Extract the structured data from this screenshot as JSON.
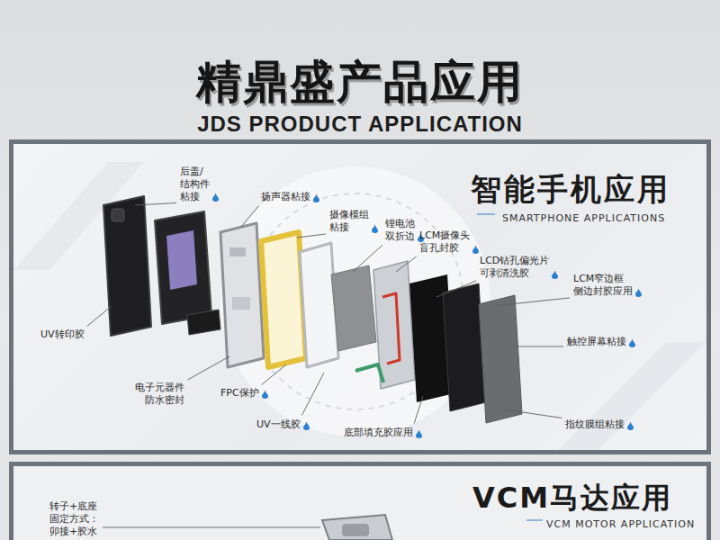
{
  "diagram": {
    "title": "精鼎盛产品应用",
    "nodes": [
      {
        "text": [
          "智能手机应用",
          "SMARTPHONE APPLICATIONS"
        ]
      },
      {
        "text": [
          "VCM马达应用",
          "VCM MOTOR APPLICATION"
        ]
      }
    ],
    "labels": [
      "JDS PRODUCT APPLICATION",
      "后盖/结构件 粘接",
      "扬声器粘接",
      "摄像模组 粘接",
      "锂电池 双折边",
      "LCM摄像头 盲孔封胶",
      "LCD钻孔偏光片 可剥清洗胶",
      "LCM窄边框 侧边封胶应用",
      "UV转印胶",
      "触控屏幕粘接",
      "电子元器件 防水密封",
      "FPC保护",
      "UV一线胶",
      "底部填充胶应用",
      "指纹膜组粘接",
      "转子+底座 固定方式：卯接+胶水"
    ]
  }
}
